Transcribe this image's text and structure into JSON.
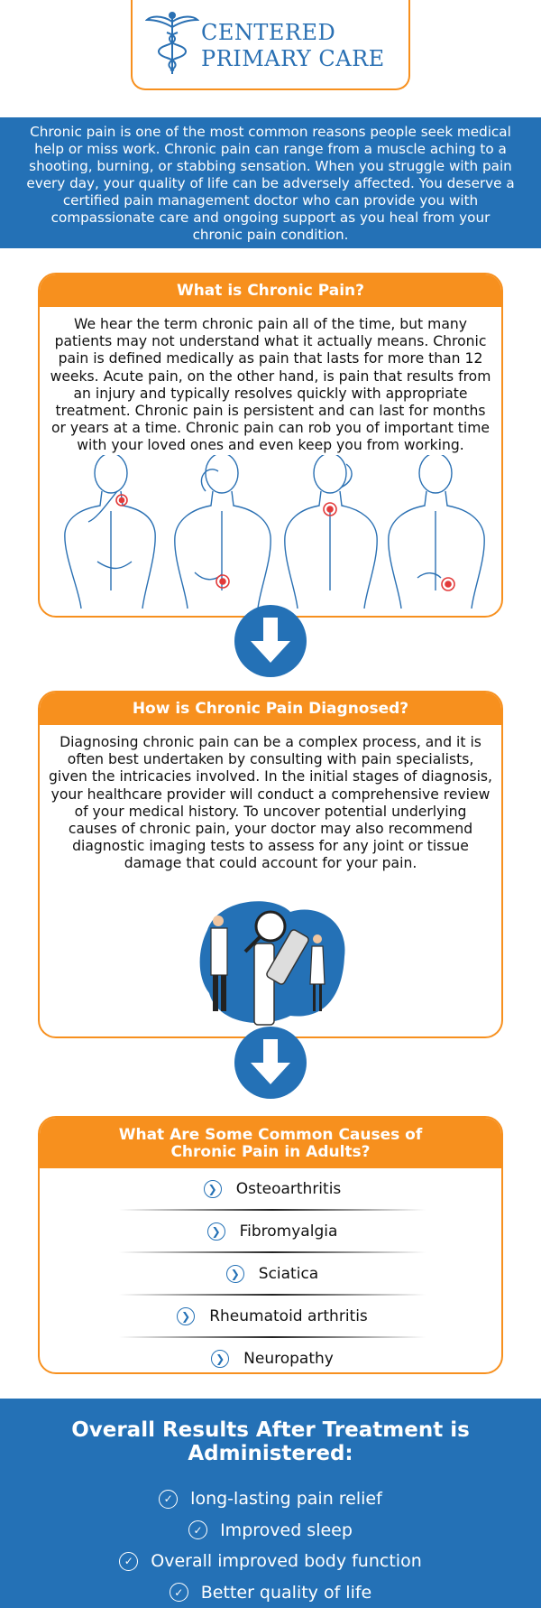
{
  "logo": {
    "line1": "CENTERED",
    "line2": "PRIMARY CARE"
  },
  "intro": "Chronic pain is one of the most common reasons people seek medical help or miss work. Chronic pain can range from a muscle aching to a shooting, burning, or stabbing sensation. When you struggle with pain every day, your quality of life can be adversely affected. You deserve a certified pain management doctor who can provide you with compassionate care and ongoing support as you heal from your chronic pain condition.",
  "section1": {
    "title": "What is Chronic Pain?",
    "body": "We hear the term chronic pain all of the time, but many patients may not understand what it actually means. Chronic pain is defined medically as pain that lasts for more than 12 weeks. Acute pain, on the other hand, is pain that results from an injury and typically resolves quickly with appropriate treatment. Chronic pain is persistent and can last for months or years at a time. Chronic pain can rob you of important time with your loved ones and even keep you from working."
  },
  "section2": {
    "title": "How is Chronic Pain Diagnosed?",
    "body": "Diagnosing chronic pain can be a complex process, and it is often best undertaken by consulting with pain specialists, given the intricacies involved. In the initial stages of diagnosis, your healthcare provider will conduct a comprehensive review of your medical history. To uncover potential underlying causes of chronic pain, your doctor may also recommend diagnostic imaging tests to assess for any joint or tissue damage that could account for your pain."
  },
  "section3": {
    "title_line1": "What Are Some Common Causes of",
    "title_line2": "Chronic Pain in Adults?",
    "causes": [
      "Osteoarthritis",
      "Fibromyalgia",
      "Sciatica",
      "Rheumatoid arthritis",
      "Neuropathy"
    ]
  },
  "results": {
    "title": "Overall Results After Treatment is Administered:",
    "items": [
      "long-lasting pain relief",
      "Improved sleep",
      "Overall improved body function",
      "Better quality of life"
    ]
  },
  "colors": {
    "orange": "#f7901e",
    "blue": "#2471b6",
    "pain_marker": "#e23a3a"
  }
}
